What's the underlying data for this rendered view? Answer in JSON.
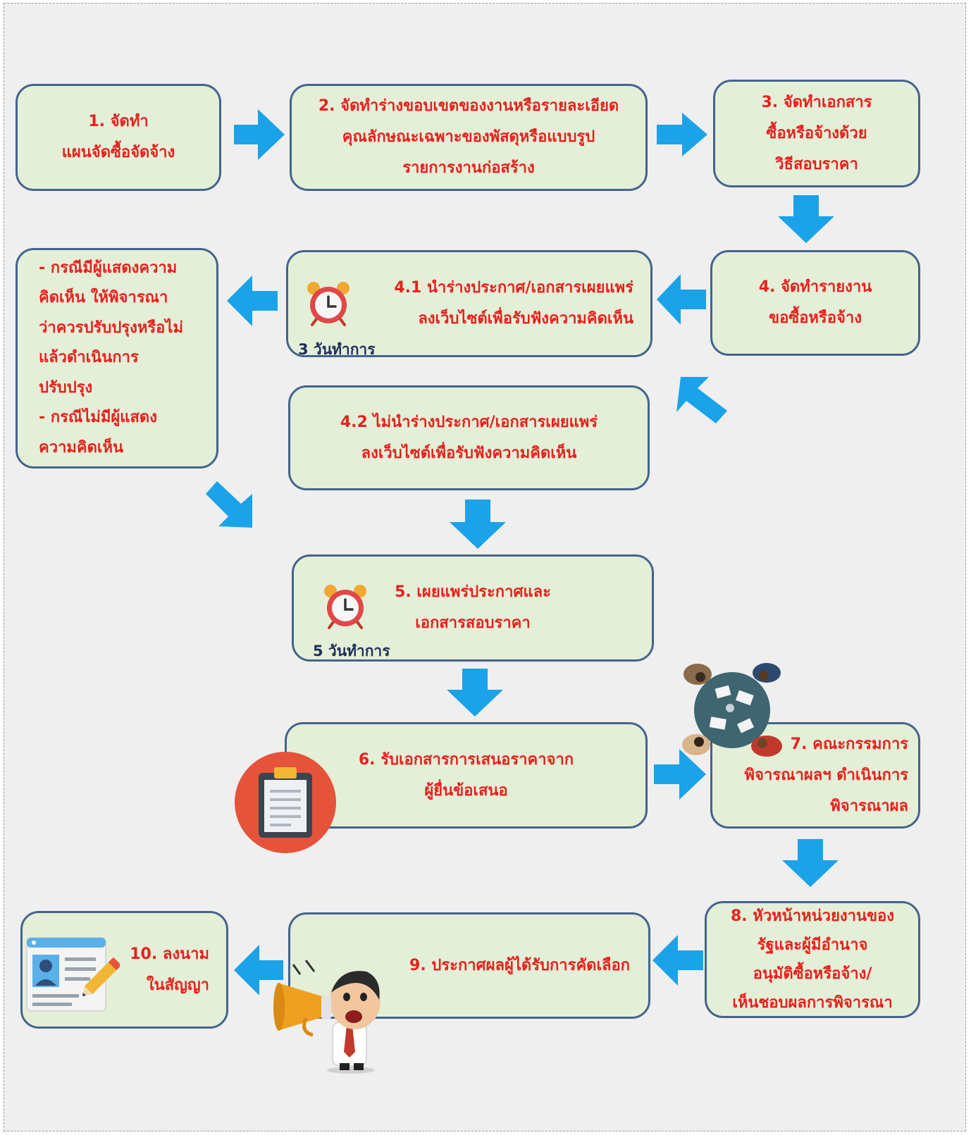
{
  "steps": {
    "s1": "1. จัดทำ\nแผนจัดซื้อจัดจ้าง",
    "s2": "2. จัดทำร่างขอบเขตของงานหรือรายละเอียด\nคุณลักษณะเฉพาะของพัสดุหรือแบบรูป\nรายการงานก่อสร้าง",
    "s3": "3. จัดทำเอกสาร\nซื้อหรือจ้างด้วย\nวิธีสอบราคา",
    "s4": "4. จัดทำรายงาน\nขอซื้อหรือจ้าง",
    "s41": "4.1 นำร่างประกาศ/เอกสารเผยแพร่\nลงเว็บไซต์เพื่อรับฟังความคิดเห็น",
    "s41_days": "3 วันทำการ",
    "note": "- กรณีมีผู้แสดงความ\nคิดเห็น ให้พิจารณา\nว่าควรปรับปรุงหรือไม่\nแล้วดำเนินการ\nปรับปรุง\n- กรณีไม่มีผู้แสดง\nความคิดเห็น",
    "s42": "4.2 ไม่นำร่างประกาศ/เอกสารเผยแพร่\nลงเว็บไซต์เพื่อรับฟังความคิดเห็น",
    "s5": "5. เผยแพร่ประกาศและ\nเอกสารสอบราคา",
    "s5_days": "5 วันทำการ",
    "s6": "6. รับเอกสารการเสนอราคาจาก\nผู้ยื่นข้อเสนอ",
    "s7": "7. คณะกรรมการ\nพิจารณาผลฯ ดำเนินการ\nพิจารณาผล",
    "s8": "8. หัวหน้าหน่วยงานของ\nรัฐและผู้มีอำนาจ\nอนุมัติซื้อหรือจ้าง/\nเห็นชอบผลการพิจารณา",
    "s9": "9. ประกาศผลผู้ได้รับการคัดเลือก",
    "s10": "10. ลงนาม\nในสัญญา"
  },
  "colors": {
    "box_fill": "#e4efd8",
    "box_border": "#44648c",
    "step_text": "#e8201c",
    "days_text": "#1f2f58",
    "arrow": "#1aa3e8"
  },
  "icons": [
    "alarm-clock-icon",
    "clipboard-icon",
    "meeting-table-icon",
    "megaphone-man-icon",
    "contract-id-card-icon"
  ]
}
